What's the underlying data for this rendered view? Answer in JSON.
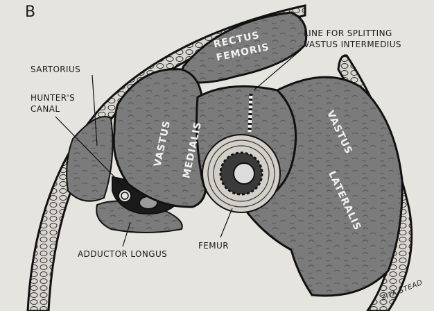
{
  "panel_letter": "B",
  "labels": {
    "sartorius": "SARTORIUS",
    "hunters_canal_1": "HUNTER'S",
    "hunters_canal_2": "CANAL",
    "line_for_splitting_1": "LINE FOR SPLITTING",
    "line_for_splitting_2": "VASTUS INTERMEDIUS",
    "adductor_longus": "ADDUCTOR LONGUS",
    "femur": "FEMUR"
  },
  "muscle_labels": {
    "rectus_1": "RECTUS",
    "rectus_2": "FEMORIS",
    "vastus_medialis_1": "VASTUS",
    "vastus_medialis_2": "MEDIALIS",
    "vastus_lateralis_1": "VASTUS",
    "vastus_lateralis_2": "LATERALIS"
  },
  "signature": "ZITA STEAD",
  "colors": {
    "background": "#e6e4de",
    "muscle": "#7a7a7a",
    "muscle_dark": "#555555",
    "fascia": "#111111"
  }
}
